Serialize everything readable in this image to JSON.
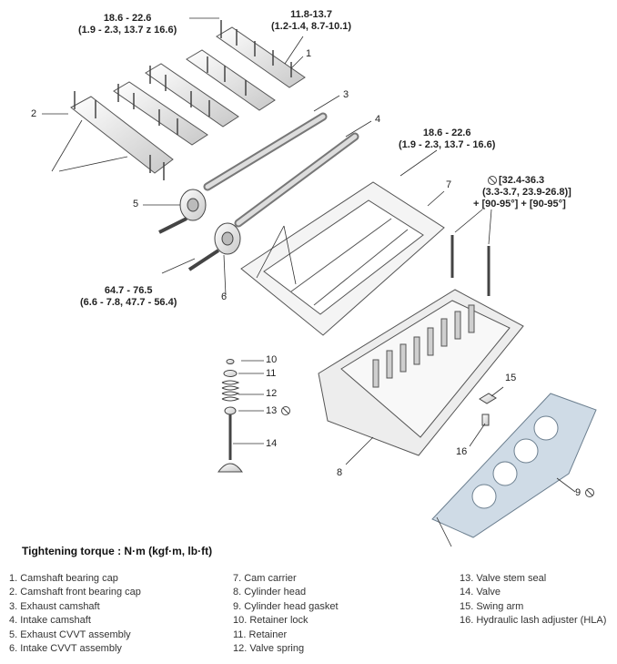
{
  "torque_labels": {
    "cap_bolts": [
      "18.6 - 22.6",
      "(1.9 - 2.3, 13.7 z 16.6)"
    ],
    "front_cap": [
      "11.8-13.7",
      "(1.2-1.4, 8.7-10.1)"
    ],
    "cam_carrier": [
      "18.6 - 22.6",
      "(1.9 - 2.3, 13.7 - 16.6)"
    ],
    "head_bolts": [
      "[32.4-36.3",
      "(3.3-3.7, 23.9-26.8)]",
      "+ [90-95°] + [90-95°]"
    ],
    "cvvt": [
      "64.7 - 76.5",
      "(6.6 - 7.8, 47.7 - 56.4)"
    ]
  },
  "callouts": {
    "n1": "1",
    "n2": "2",
    "n3": "3",
    "n4": "4",
    "n5": "5",
    "n6": "6",
    "n7": "7",
    "n8": "8",
    "n9": "9",
    "n10": "10",
    "n11": "11",
    "n12": "12",
    "n13": "13",
    "n14": "14",
    "n15": "15",
    "n16": "16"
  },
  "legend_title": "Tightening torque : N·m (kgf·m, lb·ft)",
  "legend": {
    "col1": [
      "1. Camshaft bearing cap",
      "2. Camshaft front bearing cap",
      "3. Exhaust camshaft",
      "4. Intake camshaft",
      "5. Exhaust CVVT assembly",
      "6. Intake CVVT assembly"
    ],
    "col2": [
      "7. Cam carrier",
      "8. Cylinder head",
      "9. Cylinder head gasket",
      "10. Retainer lock",
      "11. Retainer",
      "12. Valve spring"
    ],
    "col3": [
      "13. Valve stem seal",
      "14. Valve",
      "15. Swing arm",
      "16. Hydraulic lash adjuster (HLA)"
    ]
  },
  "colors": {
    "line": "#333333",
    "part_fill": "#f2f2f2",
    "part_stroke": "#555555",
    "gasket": "#cfdbe6"
  }
}
